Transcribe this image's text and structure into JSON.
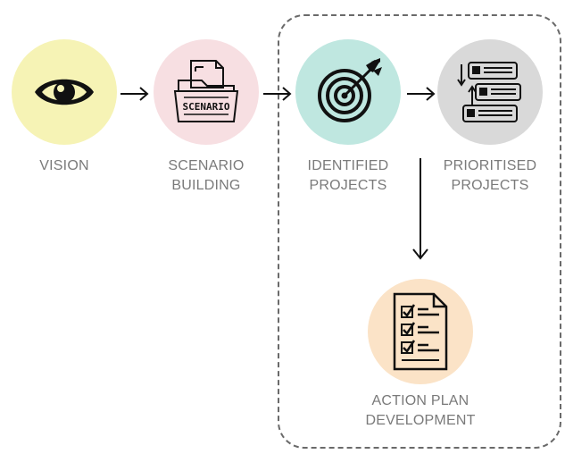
{
  "colors": {
    "vision": "#f6f3b5",
    "scenario": "#f7dfe2",
    "identified": "#bfe7e0",
    "prioritised": "#d9d9d9",
    "action": "#fbe3c7",
    "frame": "#6a6a6a",
    "label": "#7a7a7a"
  },
  "steps": {
    "vision": {
      "icon": "eye-icon",
      "label1": "VISION",
      "label2": ""
    },
    "scenario": {
      "icon": "scenario-folder-icon",
      "icon_text": "SCENARIO",
      "label1": "SCENARIO",
      "label2": "BUILDING"
    },
    "identified": {
      "icon": "target-icon",
      "label1": "IDENTIFIED",
      "label2": "PROJECTS"
    },
    "prioritised": {
      "icon": "sorted-list-icon",
      "label1": "PRIORITISED",
      "label2": "PROJECTS"
    },
    "action": {
      "icon": "checklist-icon",
      "label1": "ACTION PLAN",
      "label2": "DEVELOPMENT"
    }
  }
}
